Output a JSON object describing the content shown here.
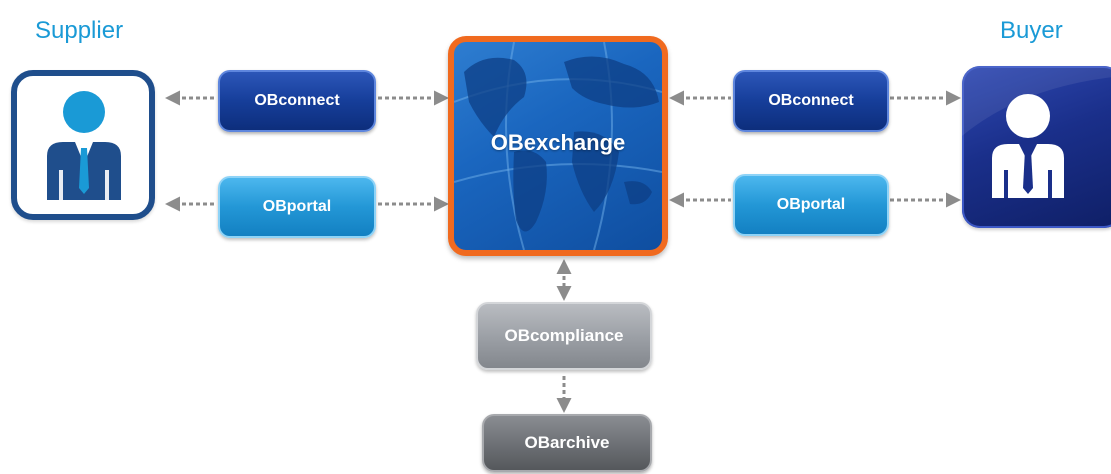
{
  "parties": {
    "supplier_label": "Supplier",
    "buyer_label": "Buyer"
  },
  "hub": {
    "label": "OBexchange"
  },
  "supplier_side": {
    "connect_label": "OBconnect",
    "portal_label": "OBportal"
  },
  "buyer_side": {
    "connect_label": "OBconnect",
    "portal_label": "OBportal"
  },
  "downstream": {
    "compliance_label": "OBcompliance",
    "archive_label": "OBarchive"
  },
  "colors": {
    "label_blue": "#1a9ad6",
    "hub_border": "#f06a1f",
    "connect_navy": "#163e9a",
    "portal_blue": "#2397d6",
    "compliance_gray": "#9a9ea4",
    "archive_gray": "#6c6f74",
    "arrow_gray": "#8c8c8c"
  }
}
